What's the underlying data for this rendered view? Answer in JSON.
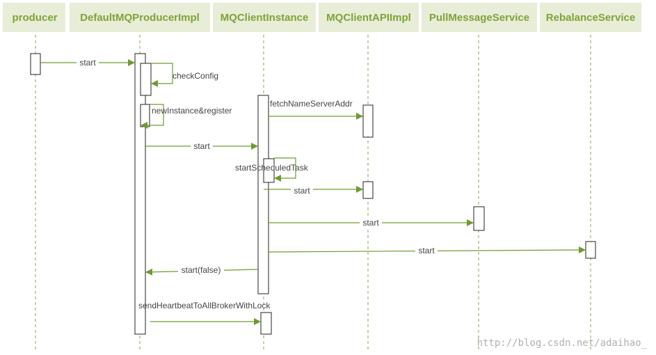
{
  "participants": [
    {
      "id": "producer",
      "label": "producer"
    },
    {
      "id": "impl",
      "label": "DefaultMQProducerImpl"
    },
    {
      "id": "mqci",
      "label": "MQClientInstance"
    },
    {
      "id": "api",
      "label": "MQClientAPIImpl"
    },
    {
      "id": "pull",
      "label": "PullMessageService"
    },
    {
      "id": "rebal",
      "label": "RebalanceService"
    }
  ],
  "messages": [
    {
      "id": "start-impl",
      "from": "producer",
      "to": "impl",
      "label": "start"
    },
    {
      "id": "check-config",
      "from": "impl",
      "to": "impl",
      "label": "checkConfig"
    },
    {
      "id": "new-instance-register",
      "from": "impl",
      "to": "impl",
      "label": "newInstance&register"
    },
    {
      "id": "start-mqci",
      "from": "impl",
      "to": "mqci",
      "label": "start"
    },
    {
      "id": "fetch-name-server-addr",
      "from": "mqci",
      "to": "api",
      "label": "fetchNameServerAddr"
    },
    {
      "id": "start-scheduled-task",
      "from": "mqci",
      "to": "mqci",
      "label": "startScheduledTask"
    },
    {
      "id": "start-api",
      "from": "mqci",
      "to": "api",
      "label": "start"
    },
    {
      "id": "start-pull",
      "from": "mqci",
      "to": "pull",
      "label": "start"
    },
    {
      "id": "start-rebalance",
      "from": "mqci",
      "to": "rebal",
      "label": "start"
    },
    {
      "id": "start-false",
      "from": "mqci",
      "to": "impl",
      "label": "start(false)"
    },
    {
      "id": "send-heartbeat",
      "from": "impl",
      "to": "mqci",
      "label": "sendHeartbeatToAllBrokerWithLock"
    }
  ],
  "watermark": "http://blog.csdn.net/adaihao_",
  "colors": {
    "header_bg": "#e8edd8",
    "header_text": "#7ea338",
    "arrow": "#6f9b32",
    "lifeline": "#8aa050"
  }
}
